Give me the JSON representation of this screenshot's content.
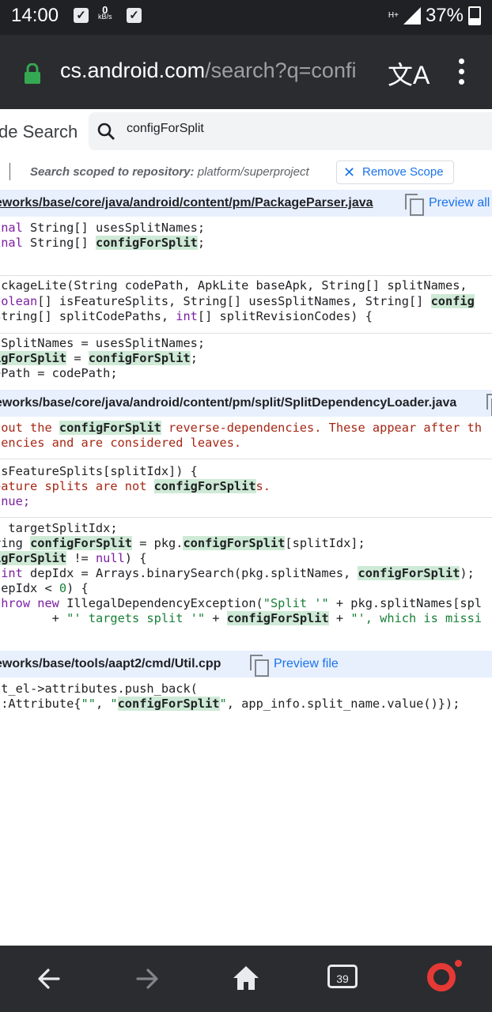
{
  "status_bar": {
    "time": "14:00",
    "net_speed_value": "0",
    "net_speed_unit": "kB/s",
    "network_type": "H+",
    "battery": "37%"
  },
  "address_bar": {
    "domain": "cs.android.com",
    "path": "/search?q=confi",
    "icons": [
      "lock-icon",
      "translate-icon",
      "kebab-menu-icon"
    ]
  },
  "header": {
    "site_title": "de Search",
    "search_value": "configForSplit"
  },
  "scope": {
    "label": "Search scoped to repository:",
    "repository": "platform/superproject",
    "remove_button": "Remove Scope"
  },
  "results": [
    {
      "path": "eworks/base/core/java/android/content/pm/PackageParser.java",
      "action": "Preview all"
    },
    {
      "path": "eworks/base/core/java/android/content/pm/split/SplitDependencyLoader.java",
      "action": ""
    },
    {
      "path": "eworks/base/tools/aapt2/cmd/Util.cpp",
      "action": "Preview file"
    }
  ],
  "code": {
    "highlight": "configForSplit",
    "r1b1l1": "inal String[] usesSplitNames;",
    "r1b1l2a": "inal String[] ",
    "r1b1l2b": ";",
    "r1b2l1": "ackageLite(String codePath, ApkLite baseApk, String[] splitNames,",
    "r1b2l2a": "oolean",
    "r1b2l2b": "[] isFeatureSplits, String[] usesSplitNames, String[] ",
    "r1b2l2hl": "config",
    "r1b2l3a": "String[] splitCodePaths, ",
    "r1b2l3kw": "int",
    "r1b2l3b": "[] splitRevisionCodes) {",
    "r1b3l1": "sSplitNames = usesSplitNames;",
    "r1b3l2hl": "igForSplit",
    "r1b3l2a": " = ",
    "r1b3l2b": ";",
    "r1b3l3": "ePath = codePath;",
    "r2b1l1a": " out the ",
    "r2b1l1b": " reverse-dependencies. These appear after th",
    "r2b1l2": "dencies and are considered leaves.",
    "r2b2l1": "isFeatureSplits[splitIdx]) {",
    "r2b2l2a": "eature splits are not ",
    "r2b2l2b": "s.",
    "r2b2l3": "inue;",
    "r2b3l1": "t targetSplitIdx;",
    "r2b3l2a": "ring ",
    "r2b3l2b": " = pkg.",
    "r2b3l2c": "[splitIdx];",
    "r2b3l3hl": "igForSplit",
    "r2b3l3a": " != ",
    "r2b3l3kw": "null",
    "r2b3l3b": ") {",
    "r2b3l4kw": " int",
    "r2b3l4a": " depIdx = Arrays.binarySearch(pkg.splitNames, ",
    "r2b3l4b": ");",
    "r2b3l5a": "depIdx < ",
    "r2b3l5num": "0",
    "r2b3l5b": ") {",
    "r2b3l6kw": "throw new",
    "r2b3l6a": " IllegalDependencyException(",
    "r2b3l6st": "\"Split '\"",
    "r2b3l6b": " + pkg.splitNames[spl",
    "r2b3l7a": "        + ",
    "r2b3l7st": "\"' targets split '\"",
    "r2b3l7b": " + ",
    "r2b3l7c": " + ",
    "r2b3l7st2": "\"', which is missi",
    "r3b1l1": "st_el->attributes.push_back(",
    "r3b1l2a": "::Attribute{",
    "r3b1l2st": "\"\"",
    "r3b1l2b": ", ",
    "r3b1l2q1": "\"",
    "r3b1l2q2": "\"",
    "r3b1l2c": ", app_info.split_name.value()});"
  },
  "nav_bar": {
    "tab_count": "39",
    "icons": [
      "back-arrow-icon",
      "forward-arrow-icon",
      "home-icon",
      "tabs-icon",
      "opera-icon"
    ]
  }
}
